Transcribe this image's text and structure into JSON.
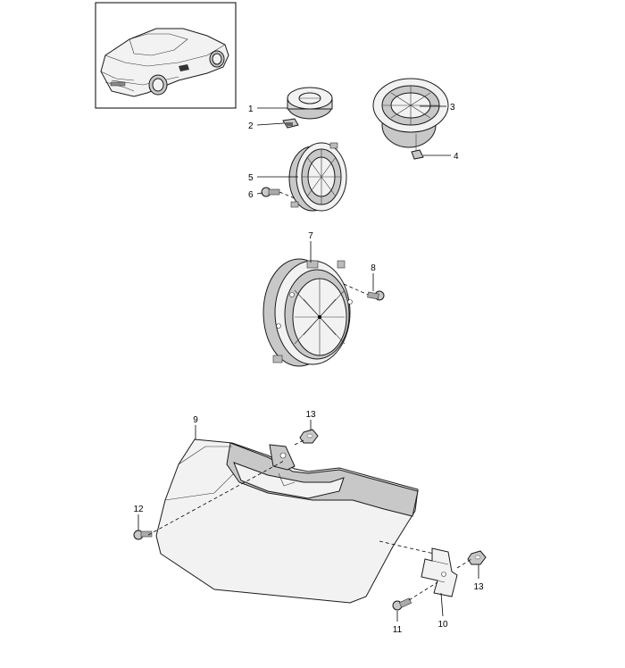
{
  "diagram": {
    "type": "exploded-parts-diagram",
    "thumbnail_icon": "car-icon",
    "parts": [
      {
        "number": "1",
        "icon": "tweeter-speaker-icon"
      },
      {
        "number": "2",
        "icon": "clip-icon"
      },
      {
        "number": "3",
        "icon": "midrange-speaker-icon"
      },
      {
        "number": "4",
        "icon": "clip-icon"
      },
      {
        "number": "5",
        "icon": "door-speaker-icon"
      },
      {
        "number": "6",
        "icon": "screw-icon"
      },
      {
        "number": "7",
        "icon": "woofer-speaker-icon"
      },
      {
        "number": "8",
        "icon": "screw-icon"
      },
      {
        "number": "9",
        "icon": "subwoofer-enclosure-icon"
      },
      {
        "number": "10",
        "icon": "bracket-icon"
      },
      {
        "number": "11",
        "icon": "screw-icon"
      },
      {
        "number": "12",
        "icon": "screw-icon"
      },
      {
        "number": "13",
        "icon": "nut-icon"
      },
      {
        "number": "13",
        "icon": "nut-icon"
      }
    ]
  }
}
